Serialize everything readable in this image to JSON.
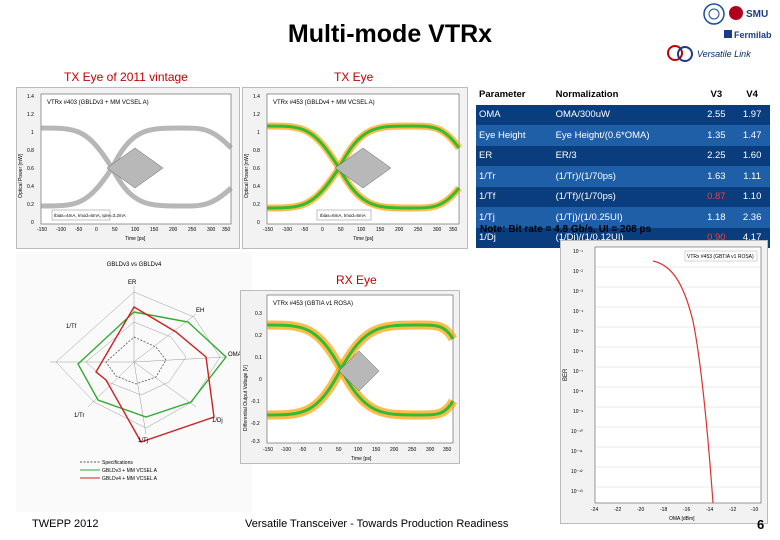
{
  "slide": {
    "title": "Multi-mode VTRx",
    "subtitle_left": "TX Eye of 2011 vintage",
    "subtitle_mid": "TX Eye",
    "rx_label": "RX Eye",
    "brand": "Versatile Link",
    "logos": [
      "CERN",
      "SMU",
      "Fermilab"
    ],
    "footer_left": "TWEPP 2012",
    "footer_center": "Versatile Transceiver - Towards Production Readiness",
    "page_number": "6",
    "note": "Note: Bit rate = 4.8 Gb/s, UI = 208 ps"
  },
  "table": {
    "headers": [
      "Parameter",
      "Normalization",
      "V3",
      "V4"
    ],
    "rows": [
      {
        "param": "OMA",
        "norm": "OMA/300uW",
        "v3": "2.55",
        "v4": "1.97",
        "v3_red": false
      },
      {
        "param": "Eye Height",
        "norm": "Eye Height/(0.6*OMA)",
        "v3": "1.35",
        "v4": "1.47",
        "v3_red": false
      },
      {
        "param": "ER",
        "norm": "ER/3",
        "v3": "2.25",
        "v4": "1.60",
        "v3_red": false
      },
      {
        "param": "1/Tr",
        "norm": "(1/Tr)/(1/70ps)",
        "v3": "1.63",
        "v4": "1.11",
        "v3_red": false
      },
      {
        "param": "1/Tf",
        "norm": "(1/Tf)/(1/70ps)",
        "v3": "0.87",
        "v4": "1.10",
        "v3_red": true
      },
      {
        "param": "1/Tj",
        "norm": "(1/Tj)/(1/0.25UI)",
        "v3": "1.18",
        "v4": "2.36",
        "v3_red": false
      },
      {
        "param": "1/Dj",
        "norm": "(1/Dj)/(1/0.12UI)",
        "v3": "0.90",
        "v4": "4.17",
        "v3_red": true
      }
    ]
  },
  "plots": {
    "tx_2011": {
      "legend": "VTRx #403 (GBLDv3 + MM VCSEL A)",
      "ylabel": "Optical Power [mW]",
      "xlabel": "Time [ps]",
      "yticks": [
        "1.4",
        "1.2",
        "1",
        "0.8",
        "0.6",
        "0.4",
        "0.2",
        "0"
      ],
      "xticks": [
        "-150",
        "-100",
        "-50",
        "0",
        "50",
        "100",
        "150",
        "200",
        "250",
        "300",
        "350"
      ],
      "annotation": "Ibias=4mA, Imod=6mA, Ipre=3.2mA"
    },
    "tx_new": {
      "legend": "VTRx #453 (GBLDv4 + MM VCSEL A)",
      "ylabel": "Optical Power [mW]",
      "xlabel": "Time [ps]",
      "yticks": [
        "1.4",
        "1.2",
        "1",
        "0.8",
        "0.6",
        "0.4",
        "0.2",
        "0"
      ],
      "xticks": [
        "-150",
        "-100",
        "-50",
        "0",
        "50",
        "100",
        "150",
        "200",
        "250",
        "300",
        "350"
      ],
      "annotation": "Ibias=6mA, Imod=6mA"
    },
    "radar": {
      "title": "GBLDv3 vs GBLDv4",
      "axes": [
        "ER",
        "EH",
        "OMA",
        "1/Dj",
        "1/Tj",
        "1/Tr",
        "1/Tf"
      ],
      "legend": [
        "Specifications",
        "GBLDv3 + MM VCSEL A",
        "GBLDv4 + MM VCSEL A"
      ]
    },
    "rx": {
      "legend": "VTRx #453 (GBTIA v1 ROSA)",
      "ylabel": "Differential Output Voltage [V]",
      "xlabel": "Time [ps]",
      "yticks": [
        "0.3",
        "0.2",
        "0.1",
        "0",
        "-0.1",
        "-0.2",
        "-0.3"
      ],
      "xticks": [
        "-150",
        "-100",
        "-50",
        "0",
        "50",
        "100",
        "150",
        "200",
        "250",
        "300",
        "350"
      ]
    },
    "ber": {
      "legend": "VTRx #453 (GBTIA v1 ROSA)",
      "ylabel": "BER",
      "xlabel": "OMA [dBm]",
      "yticks": [
        "10⁻¹",
        "10⁻²",
        "10⁻³",
        "10⁻⁴",
        "10⁻⁵",
        "10⁻⁶",
        "10⁻⁷",
        "10⁻⁸",
        "10⁻⁹",
        "10⁻¹⁰",
        "10⁻¹¹",
        "10⁻¹²",
        "10⁻¹³"
      ],
      "xticks": [
        "-24",
        "-22",
        "-20",
        "-18",
        "-16",
        "-14",
        "-12",
        "-10"
      ]
    }
  },
  "colors": {
    "table_odd": "#1f5fa8",
    "table_even": "#0a3d7d",
    "highlight": "#ff3b3b",
    "brand_red": "#c00000"
  }
}
